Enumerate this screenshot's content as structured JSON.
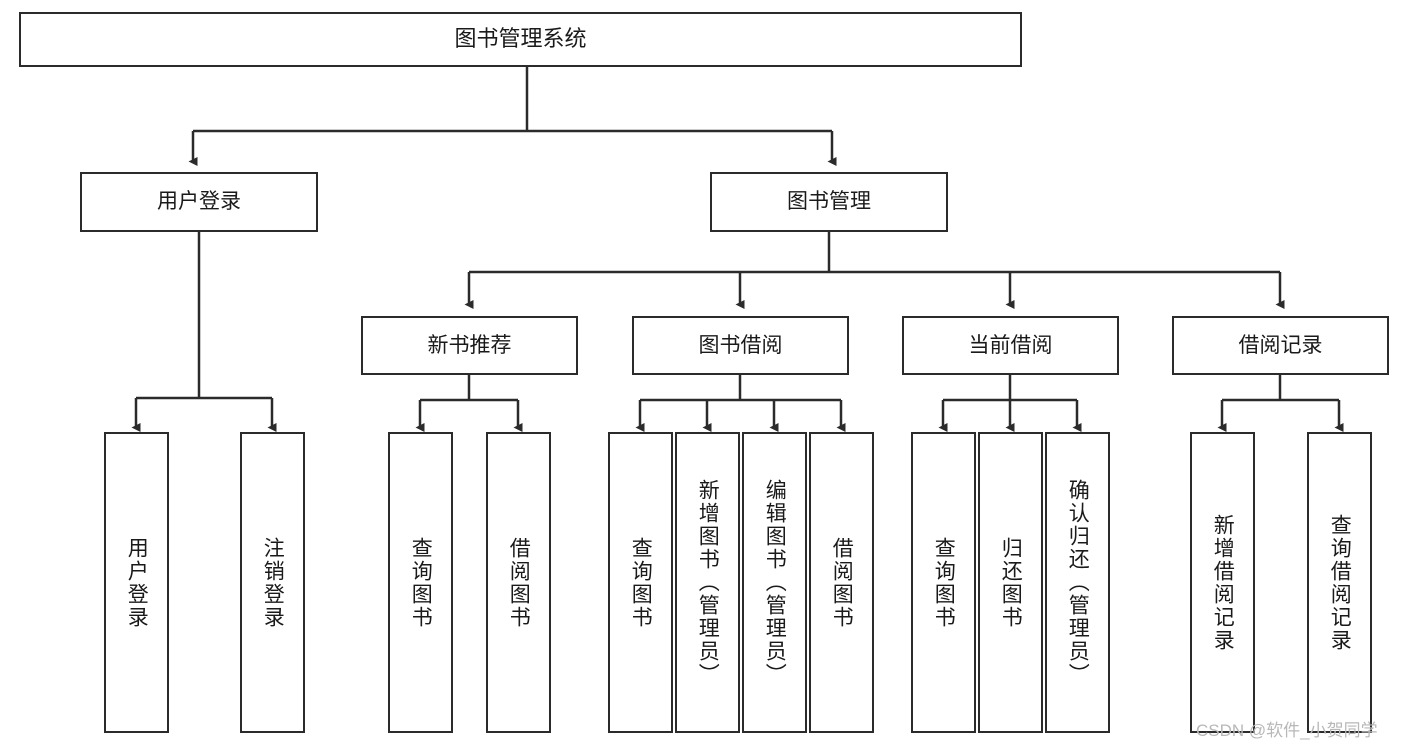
{
  "diagram": {
    "title": "图书管理系统",
    "type": "tree-hierarchy",
    "stroke_color": "#2b2b2b",
    "fill_color": "#ffffff",
    "text_color": "#1a1a1a",
    "root": {
      "label": "图书管理系统"
    },
    "level1": [
      {
        "label": "用户登录"
      },
      {
        "label": "图书管理"
      }
    ],
    "level2": [
      {
        "label": "新书推荐"
      },
      {
        "label": "图书借阅"
      },
      {
        "label": "当前借阅"
      },
      {
        "label": "借阅记录"
      }
    ],
    "leaves": {
      "user_login": [
        {
          "label": "用户登录"
        },
        {
          "label": "注销登录"
        }
      ],
      "new_book_recommend": [
        {
          "label": "查询图书"
        },
        {
          "label": "借阅图书"
        }
      ],
      "book_borrow": [
        {
          "label": "查询图书"
        },
        {
          "label": "新增图书（管理员）"
        },
        {
          "label": "编辑图书（管理员）"
        },
        {
          "label": "借阅图书"
        }
      ],
      "current_borrow": [
        {
          "label": "查询图书"
        },
        {
          "label": "归还图书"
        },
        {
          "label": "确认归还（管理员）"
        }
      ],
      "borrow_record": [
        {
          "label": "新增借阅记录"
        },
        {
          "label": "查询借阅记录"
        }
      ]
    }
  },
  "watermark": {
    "text": "CSDN @软件_小贺同学"
  }
}
